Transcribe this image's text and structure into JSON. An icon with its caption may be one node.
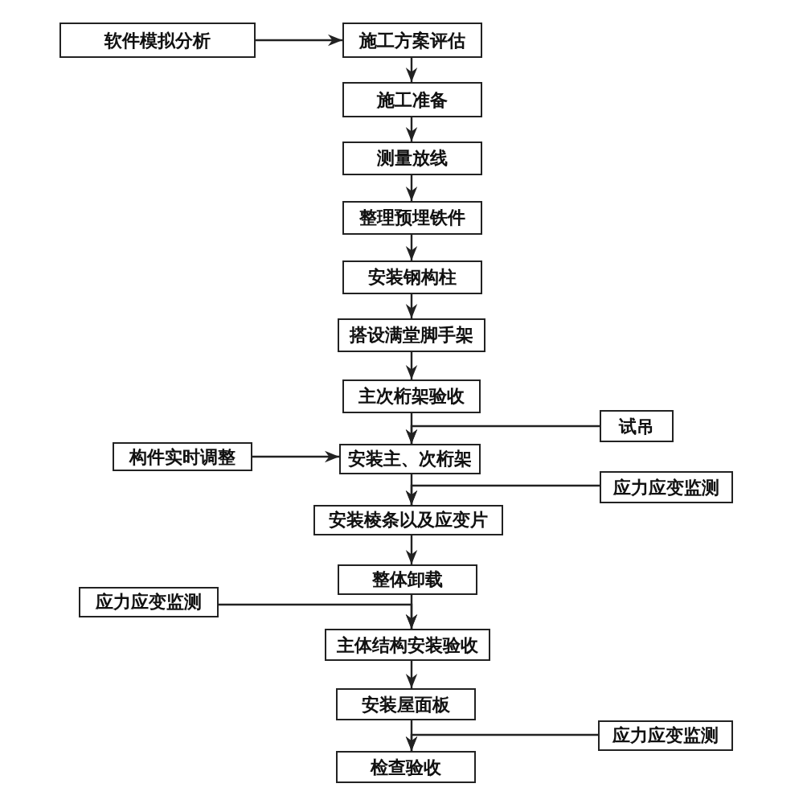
{
  "diagram": {
    "nodes": [
      {
        "text": [
          "软件模拟分析"
        ]
      },
      {
        "text": [
          "施工方案评估"
        ]
      },
      {
        "text": [
          "施工准备"
        ]
      },
      {
        "text": [
          "测量放线"
        ]
      },
      {
        "text": [
          "整理预埋铁件"
        ]
      },
      {
        "text": [
          "安装钢构柱"
        ]
      },
      {
        "text": [
          "搭设满堂脚手架"
        ]
      },
      {
        "text": [
          "主次桁架验收"
        ]
      },
      {
        "text": [
          "试吊"
        ]
      },
      {
        "text": [
          "构件实时调整"
        ]
      },
      {
        "text": [
          "安装主、次桁架"
        ]
      },
      {
        "text": [
          "应力应变监测"
        ]
      },
      {
        "text": [
          "安装棱条以及应变片"
        ]
      },
      {
        "text": [
          "整体卸载"
        ]
      },
      {
        "text": [
          "应力应变监测"
        ]
      },
      {
        "text": [
          "主体结构安装验收"
        ]
      },
      {
        "text": [
          "安装屋面板"
        ]
      },
      {
        "text": [
          "应力应变监测"
        ]
      },
      {
        "text": [
          "检查验收"
        ]
      }
    ],
    "edges": [
      {
        "from": 0,
        "to": 1,
        "arrow": "to"
      },
      {
        "from": 1,
        "to": 2,
        "arrow": "to"
      },
      {
        "from": 2,
        "to": 3,
        "arrow": "to"
      },
      {
        "from": 3,
        "to": 4,
        "arrow": "to"
      },
      {
        "from": 4,
        "to": 5,
        "arrow": "to"
      },
      {
        "from": 5,
        "to": 6,
        "arrow": "to"
      },
      {
        "from": 6,
        "to": 7,
        "arrow": "to"
      },
      {
        "from": 7,
        "to": 10,
        "arrow": "to"
      },
      {
        "from": 8,
        "to": 10,
        "arrow": "to"
      },
      {
        "from": 9,
        "to": 10,
        "arrow": "to"
      },
      {
        "from": 10,
        "to": 12,
        "arrow": "to"
      },
      {
        "from": 11,
        "to": 12,
        "arrow": "to"
      },
      {
        "from": 12,
        "to": 13,
        "arrow": "to"
      },
      {
        "from": 13,
        "to": 15,
        "arrow": "to"
      },
      {
        "from": 14,
        "to": 15,
        "arrow": "to"
      },
      {
        "from": 15,
        "to": 16,
        "arrow": "to"
      },
      {
        "from": 16,
        "to": 18,
        "arrow": "to"
      },
      {
        "from": 17,
        "to": 18,
        "arrow": "to"
      }
    ]
  }
}
